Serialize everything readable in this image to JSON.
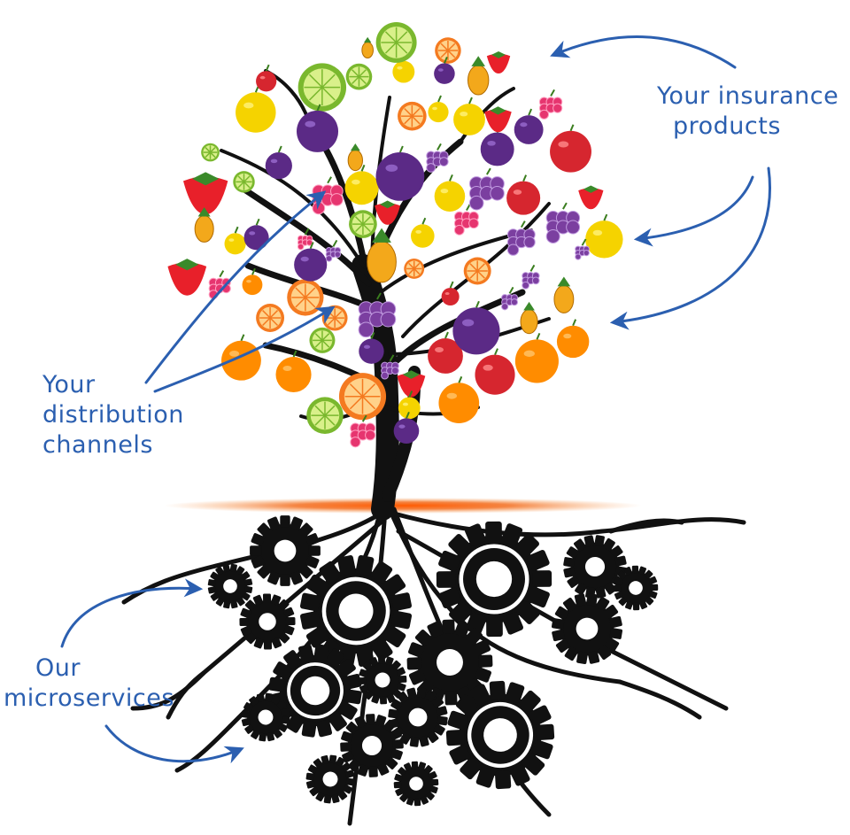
{
  "labels": {
    "insurance": [
      "Your insurance",
      "products"
    ],
    "distribution": [
      "Your",
      "distribution",
      "channels"
    ],
    "microservices": [
      "Our",
      "microservices"
    ]
  },
  "colors": {
    "arrow": "#2b5fb0",
    "trunk": "#111111",
    "glow": "#f36f21",
    "background": "#ffffff"
  },
  "icons": {
    "fruits": [
      "orange-slice",
      "watermelon-slice",
      "lemon",
      "apple",
      "strawberry",
      "grapes",
      "kiwi-slice",
      "pineapple",
      "plum",
      "cherries",
      "raspberry",
      "pear",
      "banana",
      "peach"
    ],
    "roots": [
      "gear"
    ]
  }
}
